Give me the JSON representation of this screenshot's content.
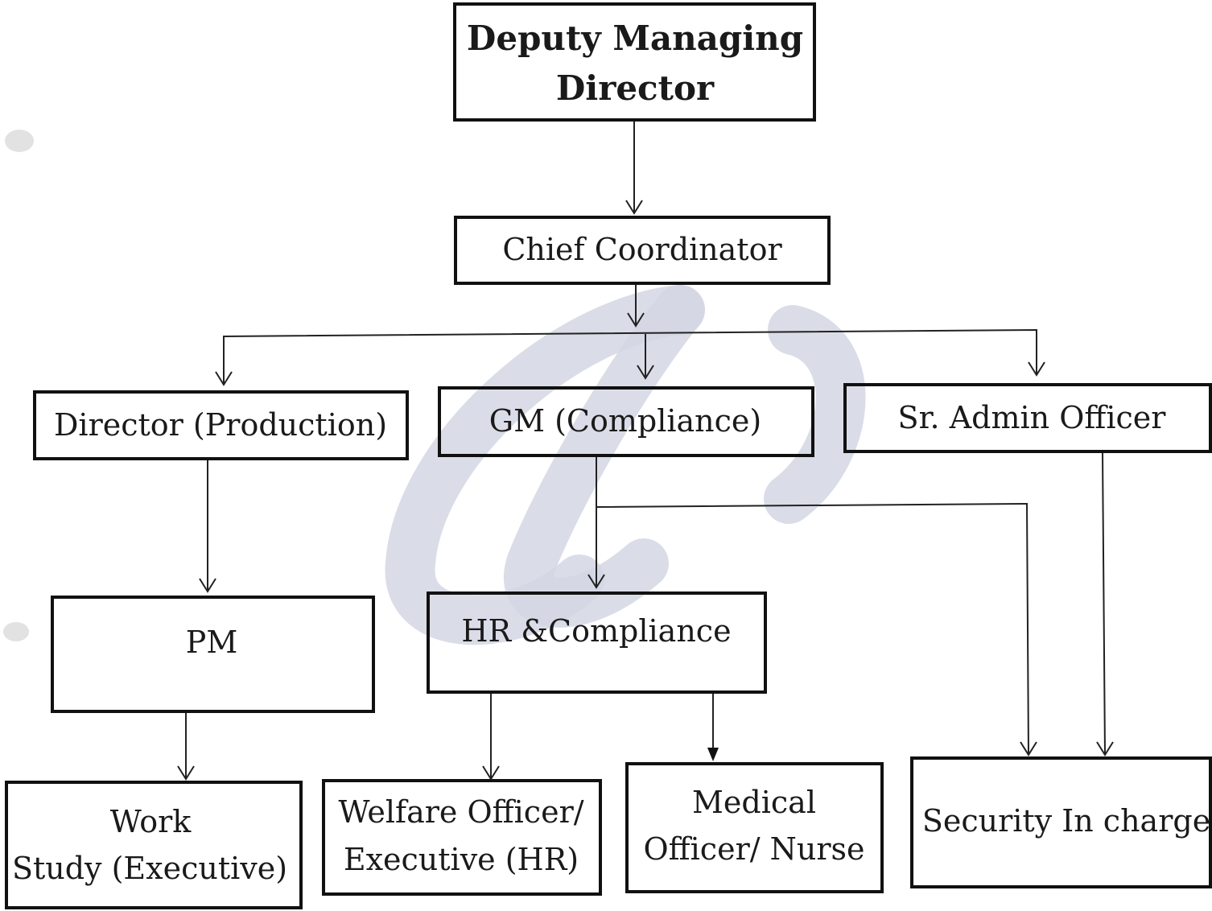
{
  "nodes": {
    "deputy_md": {
      "line1": "Deputy Managing",
      "line2": "Director"
    },
    "chief_coordinator": {
      "label": "Chief Coordinator"
    },
    "director_production": {
      "label": "Director (Production)"
    },
    "gm_compliance": {
      "label": "GM (Compliance)"
    },
    "sr_admin_officer": {
      "label": "Sr. Admin Officer"
    },
    "pm": {
      "label": "PM"
    },
    "hr_compliance": {
      "label": "HR &Compliance"
    },
    "work_study": {
      "line1": "Work",
      "line2": "Study (Executive)"
    },
    "welfare_officer": {
      "line1": "Welfare Officer/",
      "line2": "Executive (HR)"
    },
    "medical_officer": {
      "line1": "Medical",
      "line2": "Officer/ Nurse"
    },
    "security_incharge": {
      "label": "Security In charge"
    }
  },
  "edges": [
    {
      "from": "Deputy Managing Director",
      "to": "Chief Coordinator"
    },
    {
      "from": "Chief Coordinator",
      "to": "Director (Production)"
    },
    {
      "from": "Chief Coordinator",
      "to": "GM (Compliance)"
    },
    {
      "from": "Chief Coordinator",
      "to": "Sr. Admin Officer"
    },
    {
      "from": "Director (Production)",
      "to": "PM"
    },
    {
      "from": "GM (Compliance)",
      "to": "HR &Compliance"
    },
    {
      "from": "GM (Compliance)",
      "to": "Security In charge"
    },
    {
      "from": "Sr. Admin Officer",
      "to": "Security In charge"
    },
    {
      "from": "PM",
      "to": "Work Study (Executive)"
    },
    {
      "from": "HR &Compliance",
      "to": "Welfare Officer/ Executive (HR)"
    },
    {
      "from": "HR &Compliance",
      "to": "Medical Officer/ Nurse"
    }
  ],
  "colors": {
    "line": "#222222",
    "text": "#1a1a1a",
    "watermark": "#d3d7e3",
    "background": "#ffffff"
  }
}
